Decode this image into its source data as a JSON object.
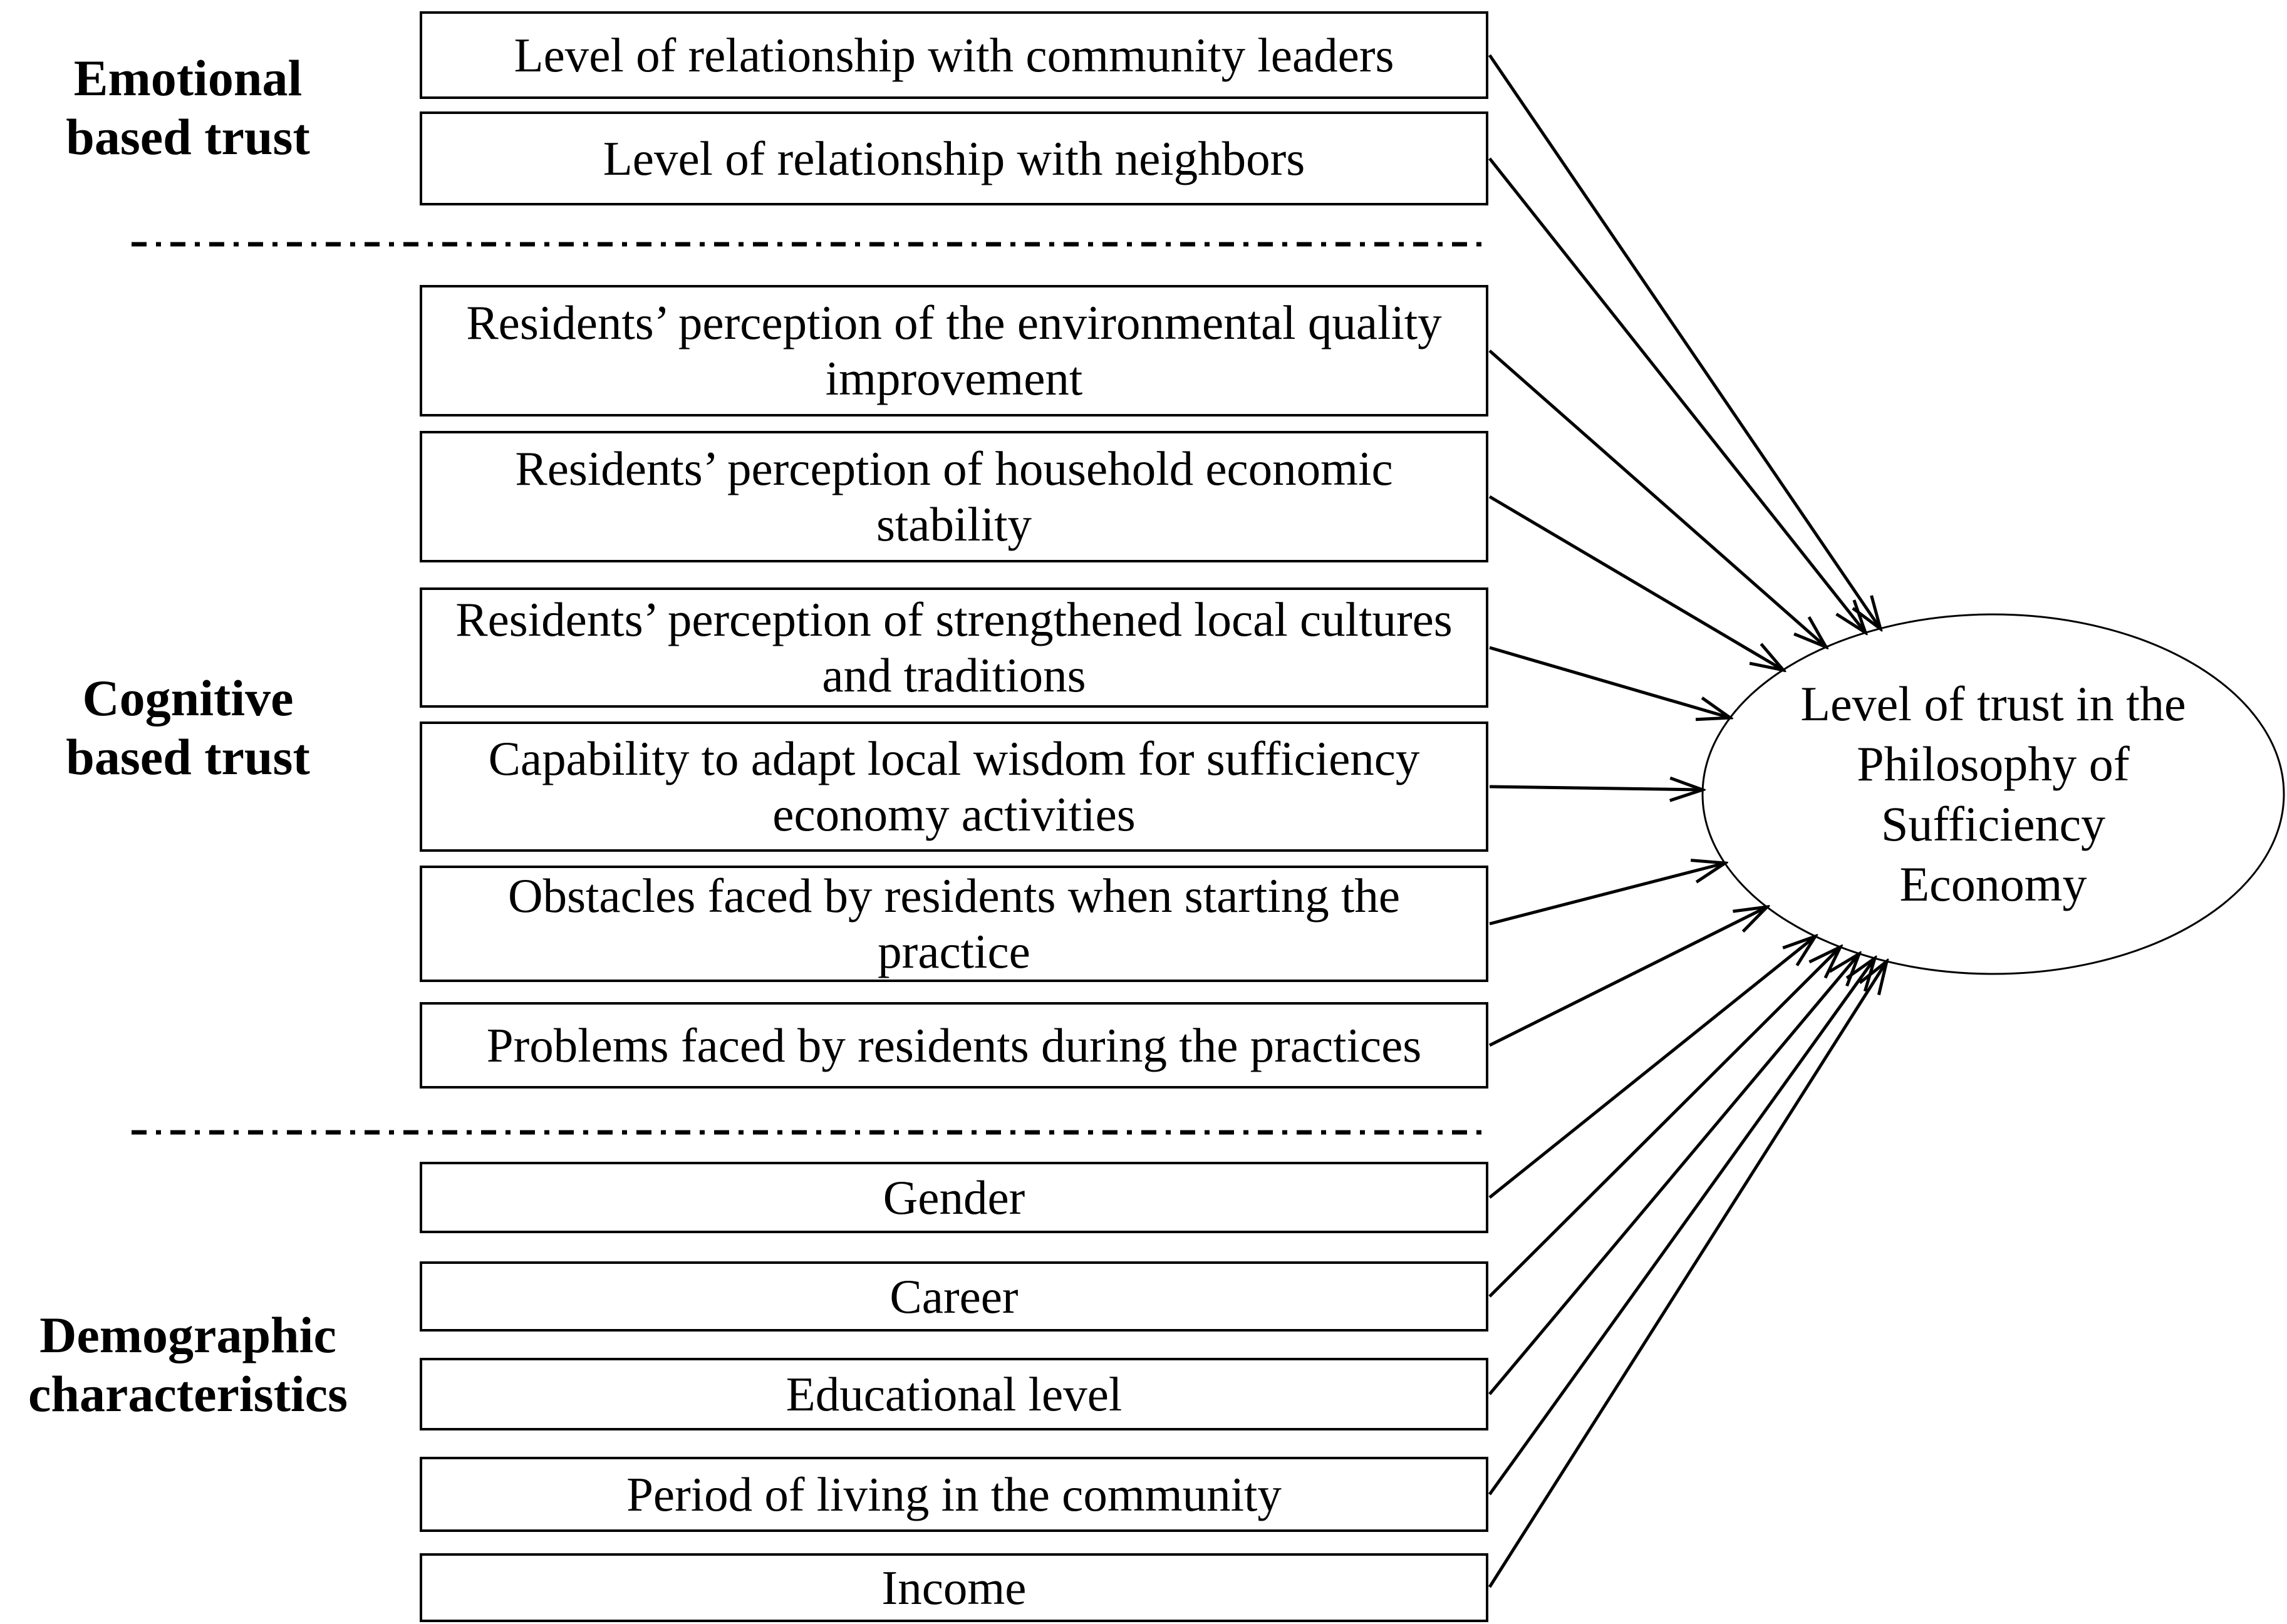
{
  "diagram": {
    "groups": [
      {
        "id": "emotional",
        "label": "Emotional\nbased trust"
      },
      {
        "id": "cognitive",
        "label": "Cognitive\nbased trust"
      },
      {
        "id": "demographic",
        "label": "Demographic\ncharacteristics"
      }
    ],
    "boxes": [
      {
        "group": "emotional",
        "label": "Level of relationship with community leaders"
      },
      {
        "group": "emotional",
        "label": "Level of relationship with neighbors"
      },
      {
        "group": "cognitive",
        "label": "Residents’ perception of the environmental quality\nimprovement"
      },
      {
        "group": "cognitive",
        "label": "Residents’ perception of household economic stability"
      },
      {
        "group": "cognitive",
        "label": "Residents’ perception of strengthened local cultures\nand traditions"
      },
      {
        "group": "cognitive",
        "label": "Capability to adapt local wisdom for sufficiency\neconomy activities"
      },
      {
        "group": "cognitive",
        "label": "Obstacles faced by residents when starting the\npractice"
      },
      {
        "group": "cognitive",
        "label": "Problems faced by residents during the practices"
      },
      {
        "group": "demographic",
        "label": "Gender"
      },
      {
        "group": "demographic",
        "label": "Career"
      },
      {
        "group": "demographic",
        "label": "Educational level"
      },
      {
        "group": "demographic",
        "label": "Period of living in the community"
      },
      {
        "group": "demographic",
        "label": "Income"
      }
    ],
    "outcome": {
      "label": "Level of trust in the\nPhilosophy of\nSufficiency\nEconomy"
    },
    "colors": {
      "ink": "#000000",
      "background": "#ffffff"
    }
  }
}
